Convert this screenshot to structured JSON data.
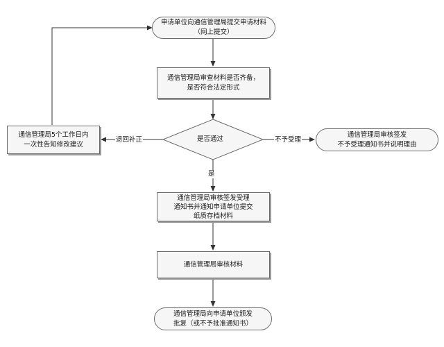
{
  "nodes": {
    "submit": {
      "line1": "申请单位向通信管理局提交申请材料",
      "line2": "（网上提交）"
    },
    "check": {
      "line1": "通信管理局审查材料是否齐备，",
      "line2": "是否符合法定形式"
    },
    "decision": {
      "text": "是否通过"
    },
    "notify_fix": {
      "line1": "通信管理局5个工作日内",
      "line2": "一次性告知修改建议"
    },
    "reject": {
      "line1": "通信管理局审核签发",
      "line2": "不予受理通知书并说明理由"
    },
    "accept": {
      "line1": "通信管理局审核签发受理",
      "line2": "通知书并通知申请单位提交",
      "line3": "纸质存档材料"
    },
    "review": {
      "text": "通信管理局审核材料"
    },
    "issue": {
      "line1": "通信管理局向申请单位颁发",
      "line2": "批复（或不予批准通知书）"
    }
  },
  "edges": {
    "return": "退回补正",
    "reject": "不予受理",
    "yes": "是"
  },
  "colors": {
    "box_fill": "#f6f6f6",
    "box_border": "#6b6b6b",
    "shadow": "#9b9b9b",
    "line": "#333333"
  }
}
